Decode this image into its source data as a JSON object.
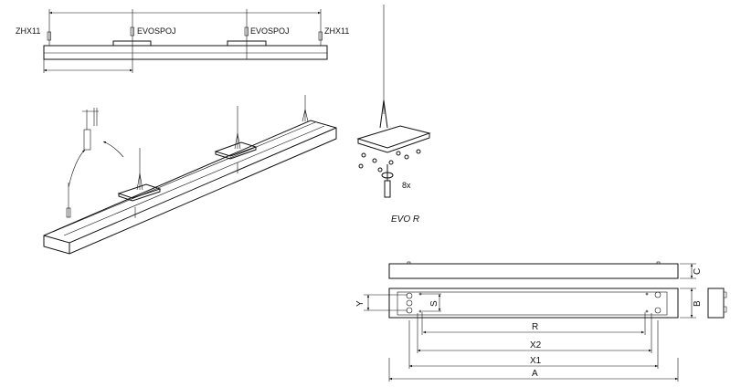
{
  "top_schematic": {
    "hanger_left": "ZHX11",
    "joint_1": "EVOSPOJ",
    "joint_2": "EVOSPOJ",
    "hanger_right": "ZHX11"
  },
  "detail": {
    "screw_count": "8x"
  },
  "product": {
    "name": "EVO R"
  },
  "dimensions": {
    "c": "C",
    "b": "B",
    "y": "Y",
    "s": "S",
    "r": "R",
    "x2": "X2",
    "x1": "X1",
    "a": "A"
  }
}
